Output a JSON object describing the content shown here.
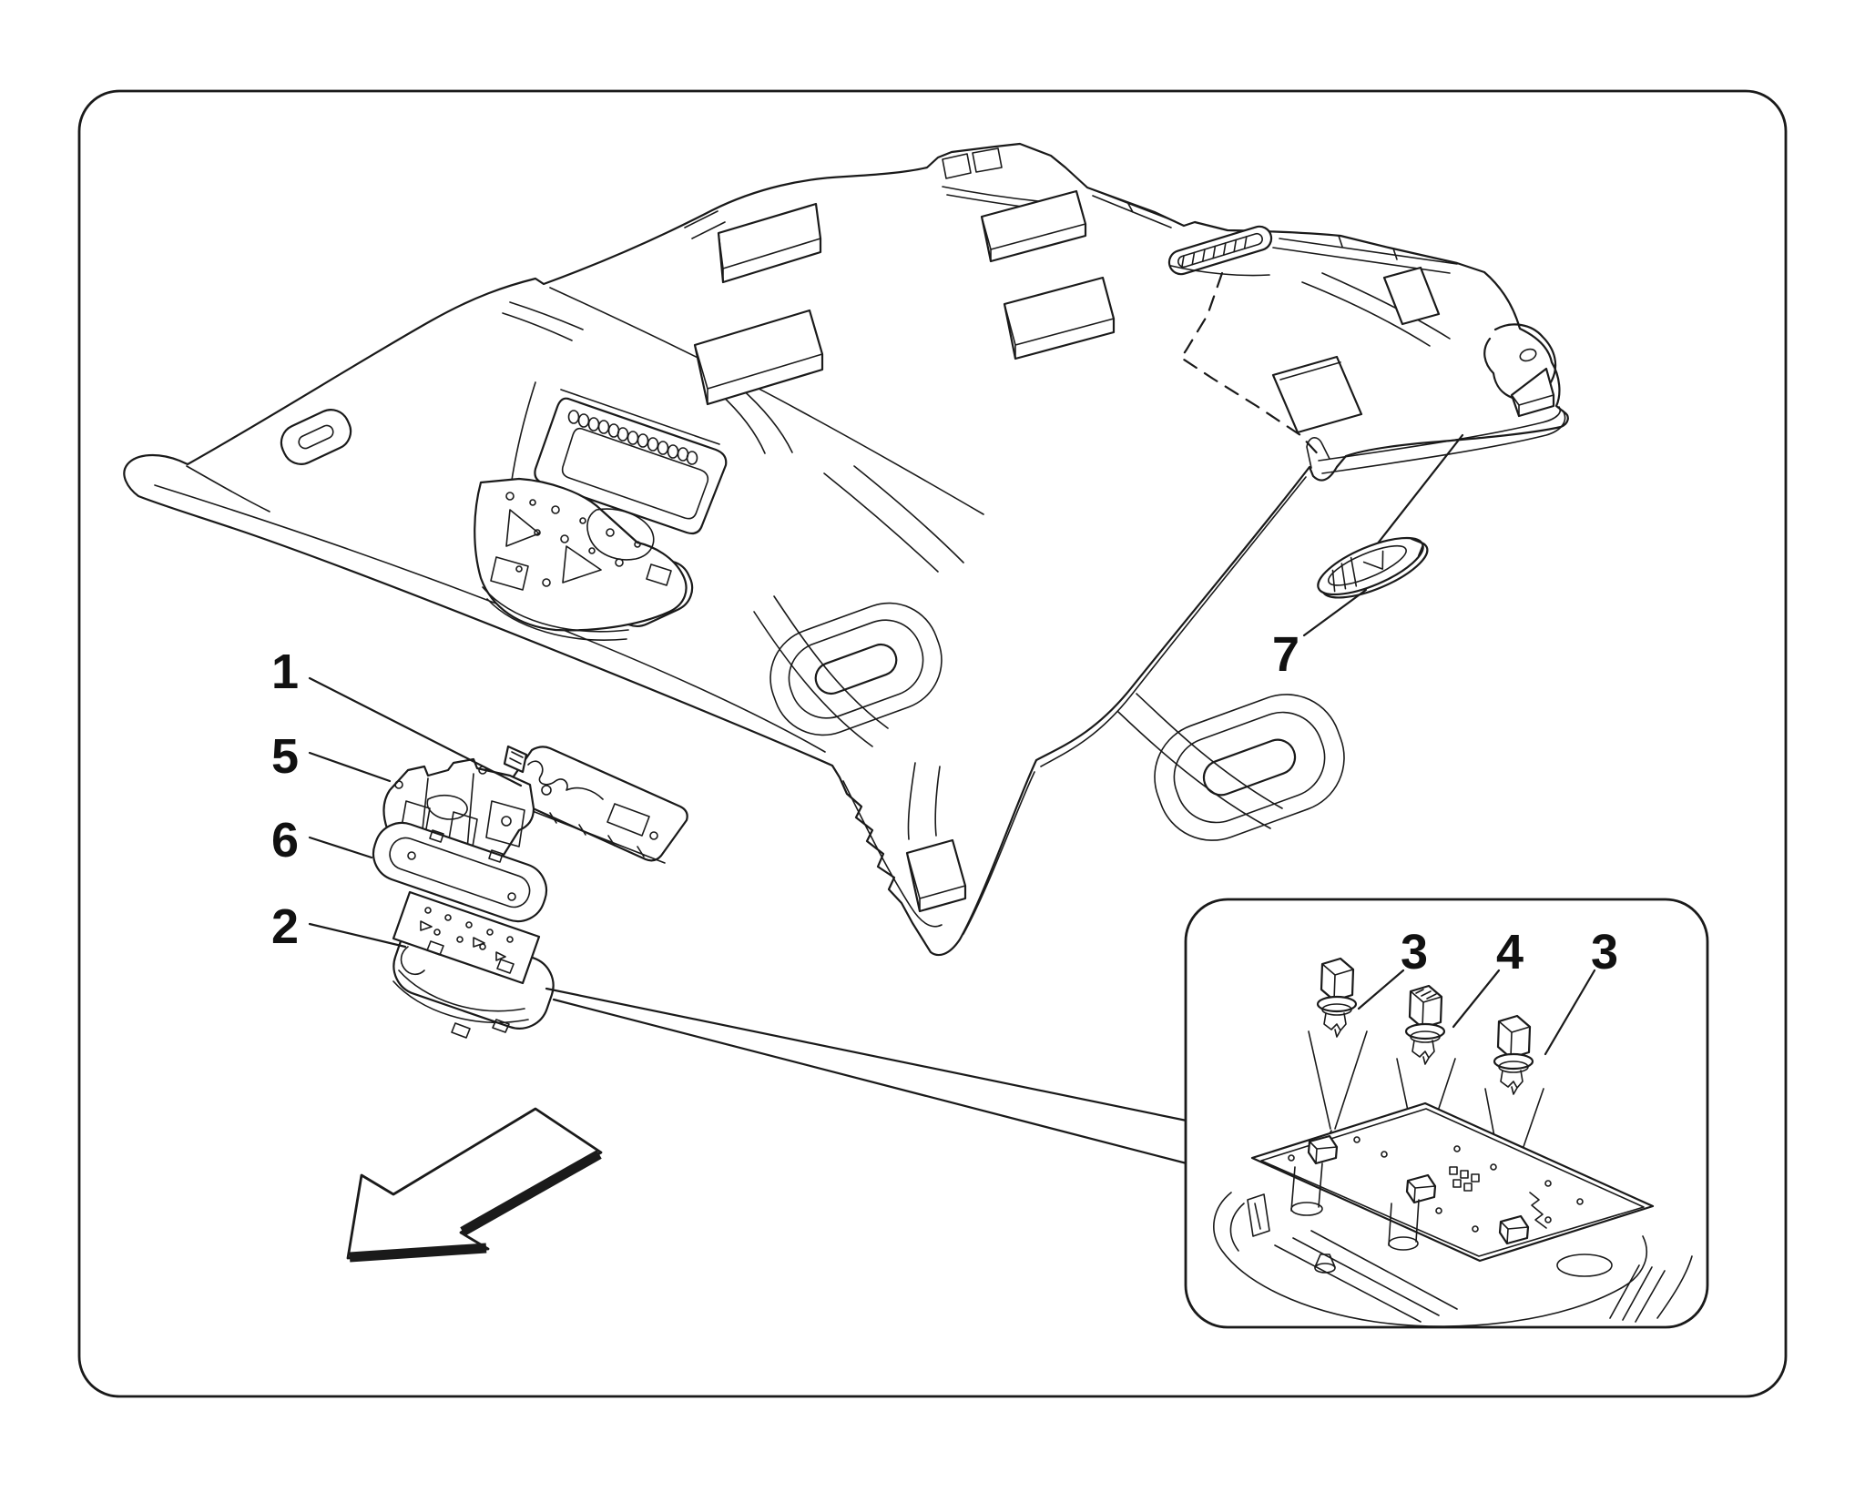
{
  "figure": {
    "kind": "exploded parts diagram",
    "subject": "vehicle roof headliner interior lighting devices",
    "background_color": "#ffffff",
    "line_color": "#1a1a1a"
  },
  "callouts": {
    "part1": "1",
    "part5": "5",
    "part6": "6",
    "part2": "2",
    "part7": "7",
    "bulb_left": "3",
    "bulb_center": "4",
    "bulb_right": "3"
  },
  "icons": {
    "direction_arrow": "outlined-3d-arrow-down-left"
  }
}
